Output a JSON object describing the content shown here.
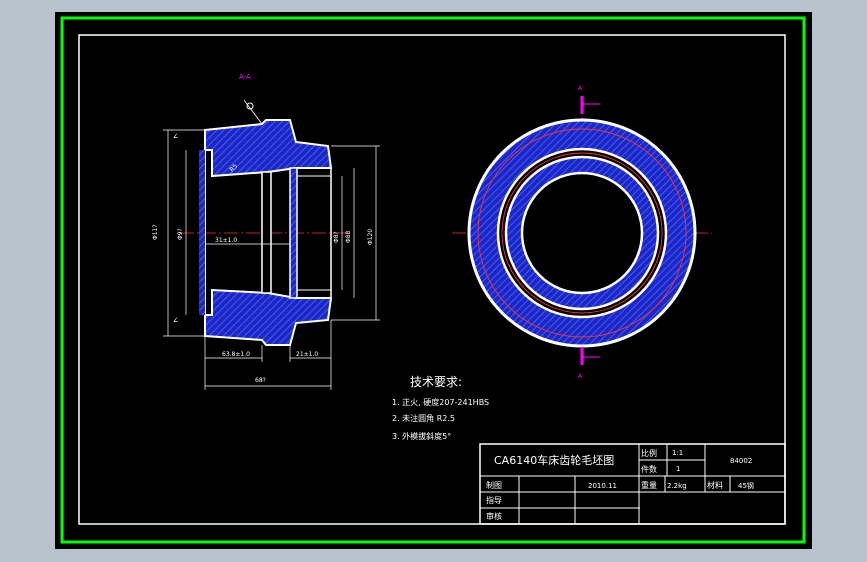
{
  "section_label": "A-A",
  "dimensions": {
    "d_outer_left": "Φ11?",
    "d_inner_left": "Φ9?",
    "d_bore_right_a": "Φ88",
    "d_bore_right_b": "Φ8?",
    "d_outer_right": "Φ120",
    "len_31": "31±1.0",
    "len_63": "63.8±1.0",
    "len_21": "21±1.0",
    "len_overall": "68?",
    "chamfer": "R5"
  },
  "section_marks": {
    "top": "A",
    "bottom": "A"
  },
  "requirements": {
    "title": "技术要求:",
    "items": [
      "1. 正火, 硬度207-241HBS",
      "2. 未注圆角 R2.5",
      "3. 外模拔斜度5°"
    ]
  },
  "title_block": {
    "drawing_name": "CA6140车床齿轮毛坯图",
    "scale_label": "比例",
    "scale_value": "1:1",
    "qty_label": "件数",
    "qty_value": "1",
    "drawing_no": "84002",
    "drawn_label": "制图",
    "date": "2010.11",
    "weight_label": "重量",
    "weight_value": "2.2kg",
    "material_label": "材料",
    "material_value": "45钢",
    "review_label": "指导",
    "approve_label": "审核"
  },
  "colors": {
    "frame_outer": "#00ff00",
    "background": "#000000",
    "line": "#ffffff",
    "hatch": "#1a28c8",
    "centerline": "#ff3030",
    "marker": "#ff00ff"
  }
}
